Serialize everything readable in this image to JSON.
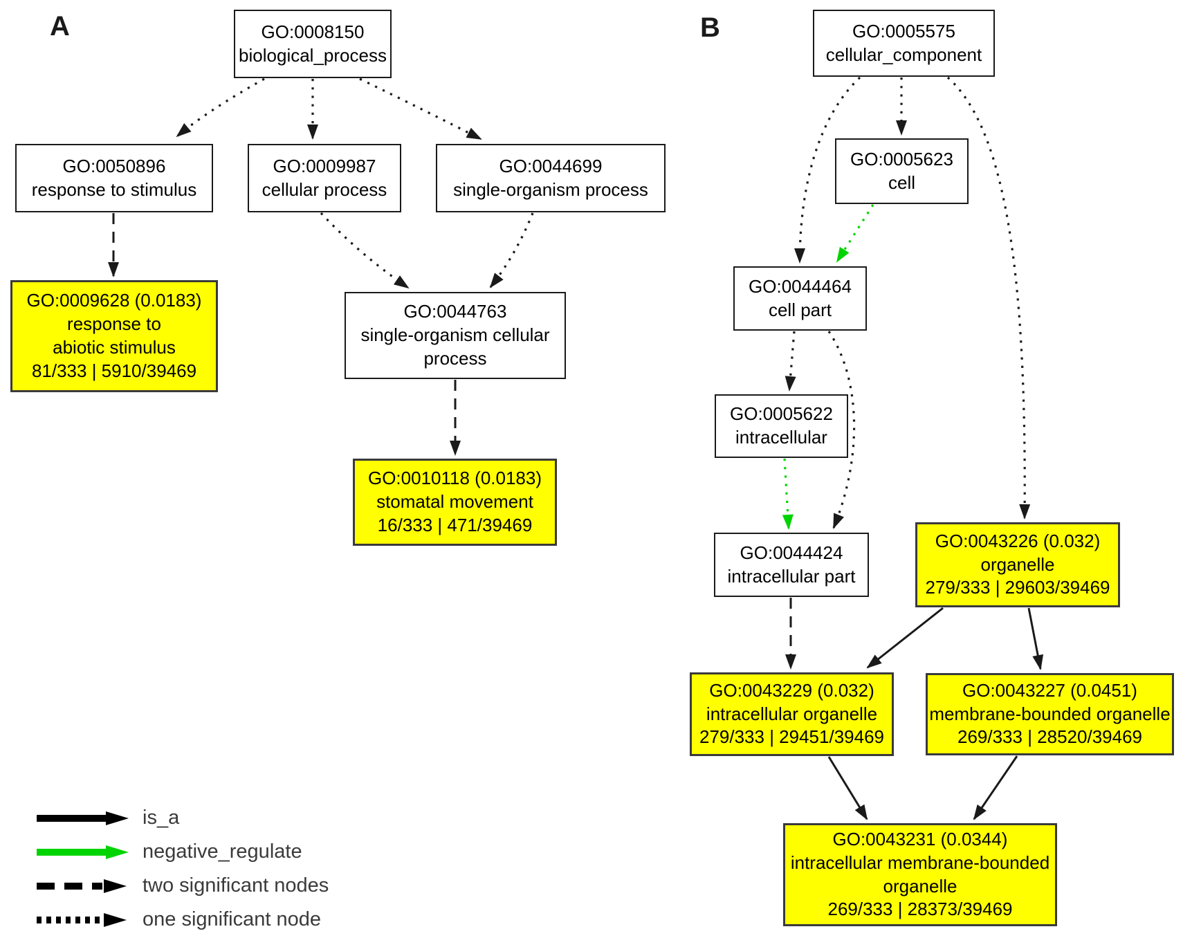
{
  "figure": {
    "panel_a_label": "A",
    "panel_b_label": "B"
  },
  "colors": {
    "significant_node_fill": "#FFFF00",
    "negative_regulate_green": "#00D400",
    "edge_black": "#1a1a1a"
  },
  "nodes": {
    "bp": {
      "go": "GO:0008150",
      "name": "biological_process"
    },
    "rts": {
      "go": "GO:0050896",
      "name": "response to stimulus"
    },
    "cp": {
      "go": "GO:0009987",
      "name": "cellular process"
    },
    "sop": {
      "go": "GO:0044699",
      "name": "single-organism process"
    },
    "ras": {
      "go": "GO:0009628 (0.0183)",
      "name": "response to\nabiotic stimulus",
      "stats": "81/333 | 5910/39469"
    },
    "socp": {
      "go": "GO:0044763",
      "name": "single-organism cellular\nprocess"
    },
    "sm": {
      "go": "GO:0010118 (0.0183)",
      "name": "stomatal movement",
      "stats": "16/333 | 471/39469"
    },
    "cc": {
      "go": "GO:0005575",
      "name": "cellular_component"
    },
    "cell": {
      "go": "GO:0005623",
      "name": "cell"
    },
    "cellpart": {
      "go": "GO:0044464",
      "name": "cell part"
    },
    "intracell": {
      "go": "GO:0005622",
      "name": "intracellular"
    },
    "intrapart": {
      "go": "GO:0044424",
      "name": "intracellular part"
    },
    "organelle": {
      "go": "GO:0043226 (0.032)",
      "name": "organelle",
      "stats": "279/333 | 29603/39469"
    },
    "intraorg": {
      "go": "GO:0043229 (0.032)",
      "name": "intracellular organelle",
      "stats": "279/333 | 29451/39469"
    },
    "mborg": {
      "go": "GO:0043227 (0.0451)",
      "name": "membrane-bounded organelle",
      "stats": "269/333 | 28520/39469"
    },
    "imborg": {
      "go": "GO:0043231 (0.0344)",
      "name": "intracellular membrane-bounded\norganelle",
      "stats": "269/333 | 28373/39469"
    }
  },
  "edges": [
    {
      "from": "GO:0008150",
      "to": "GO:0050896",
      "style": "dotted-black"
    },
    {
      "from": "GO:0008150",
      "to": "GO:0009987",
      "style": "dotted-black"
    },
    {
      "from": "GO:0008150",
      "to": "GO:0044699",
      "style": "dotted-black"
    },
    {
      "from": "GO:0050896",
      "to": "GO:0009628",
      "style": "dashed-black"
    },
    {
      "from": "GO:0009987",
      "to": "GO:0044763",
      "style": "dotted-black"
    },
    {
      "from": "GO:0044699",
      "to": "GO:0044763",
      "style": "dotted-black"
    },
    {
      "from": "GO:0044763",
      "to": "GO:0010118",
      "style": "dashed-black"
    },
    {
      "from": "GO:0005575",
      "to": "GO:0005623",
      "style": "dotted-black"
    },
    {
      "from": "GO:0005575",
      "to": "GO:0044464",
      "style": "dotted-black"
    },
    {
      "from": "GO:0005575",
      "to": "GO:0043226",
      "style": "dotted-black"
    },
    {
      "from": "GO:0005623",
      "to": "GO:0044464",
      "style": "dotted-green"
    },
    {
      "from": "GO:0044464",
      "to": "GO:0005622",
      "style": "dotted-black"
    },
    {
      "from": "GO:0044464",
      "to": "GO:0044424",
      "style": "dotted-black"
    },
    {
      "from": "GO:0005622",
      "to": "GO:0044424",
      "style": "dotted-green"
    },
    {
      "from": "GO:0044424",
      "to": "GO:0043229",
      "style": "dashed-black"
    },
    {
      "from": "GO:0043226",
      "to": "GO:0043229",
      "style": "solid-black"
    },
    {
      "from": "GO:0043226",
      "to": "GO:0043227",
      "style": "solid-black"
    },
    {
      "from": "GO:0043229",
      "to": "GO:0043231",
      "style": "solid-black"
    },
    {
      "from": "GO:0043227",
      "to": "GO:0043231",
      "style": "solid-black"
    }
  ],
  "legend": {
    "items": [
      {
        "label": "is_a",
        "style": "solid",
        "color": "#000000"
      },
      {
        "label": "negative_regulate",
        "style": "solid",
        "color": "#00D400"
      },
      {
        "label": "two significant nodes",
        "style": "dashed",
        "color": "#000000"
      },
      {
        "label": "one significant node",
        "style": "dotted",
        "color": "#000000"
      }
    ]
  }
}
